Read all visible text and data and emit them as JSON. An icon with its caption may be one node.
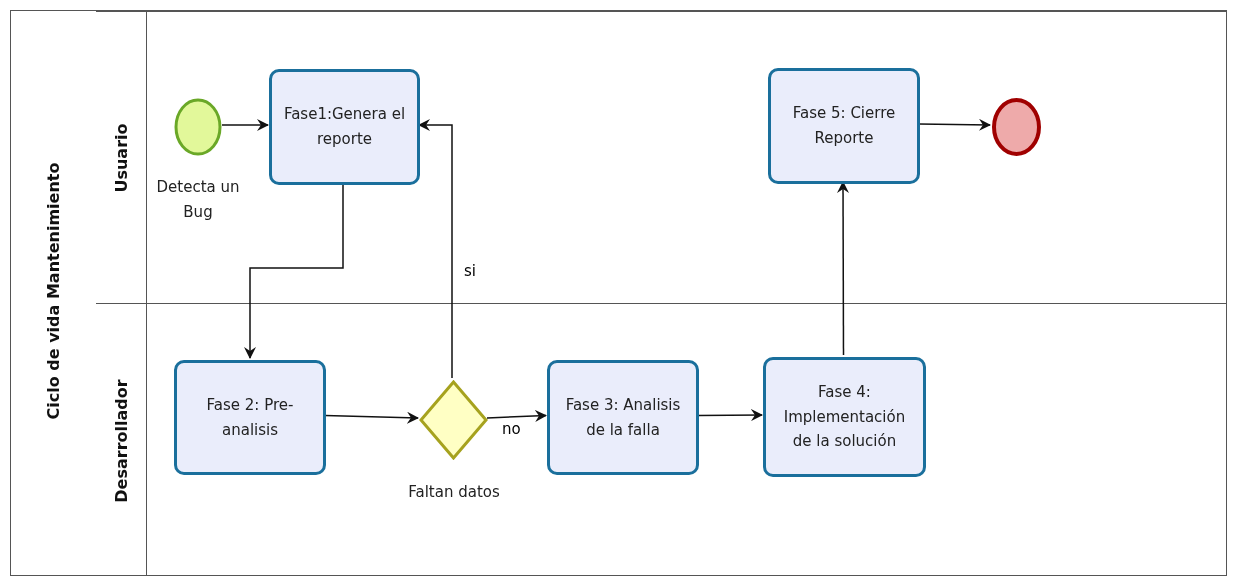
{
  "diagram": {
    "nodes": [
      {
        "text": [
          "Ciclo de vida Mantenimiento"
        ]
      },
      {
        "text": [
          "Usuario"
        ],
        "in": 0
      },
      {
        "text": [
          "Desarrollador"
        ],
        "in": 0
      },
      {
        "text": [],
        "shape": "circle",
        "in": 1,
        "beside": [
          "Detecta un Bug"
        ]
      },
      {
        "text": [
          "Fase1:Genera el reporte"
        ],
        "in": 1
      },
      {
        "text": [
          "Fase 5: Cierre Reporte"
        ],
        "in": 1
      },
      {
        "text": [],
        "shape": "circle",
        "in": 1
      },
      {
        "text": [
          "Fase 2: Pre-analisis"
        ],
        "in": 2
      },
      {
        "text": [],
        "shape": "diamond",
        "in": 2,
        "beside": [
          "Faltan datos"
        ]
      },
      {
        "text": [
          "Fase 3: Analisis de la falla"
        ],
        "in": 2
      },
      {
        "text": [
          "Fase 4: Implementación de la solución"
        ],
        "in": 2
      }
    ],
    "edges": [
      {
        "from": 3,
        "to": 4,
        "arrow": "to"
      },
      {
        "from": 4,
        "to": 7,
        "arrow": "to"
      },
      {
        "from": 7,
        "to": 8,
        "arrow": "to"
      },
      {
        "from": 8,
        "to": 4,
        "arrow": "to",
        "label": "si"
      },
      {
        "from": 8,
        "to": 9,
        "arrow": "to",
        "label": "no"
      },
      {
        "from": 9,
        "to": 10,
        "arrow": "to"
      },
      {
        "from": 10,
        "to": 5,
        "arrow": "to"
      },
      {
        "from": 5,
        "to": 6,
        "arrow": "to"
      }
    ]
  }
}
